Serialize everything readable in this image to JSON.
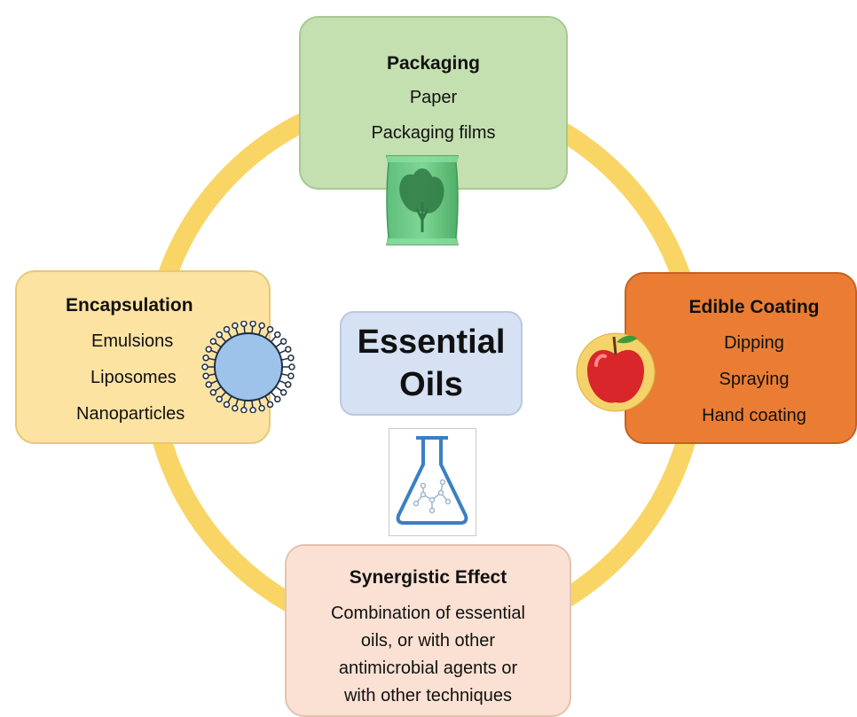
{
  "center": {
    "line1": "Essential",
    "line2": "Oils"
  },
  "packaging": {
    "title": "Packaging",
    "items": [
      "Paper",
      "Packaging films"
    ]
  },
  "encapsulation": {
    "title": "Encapsulation",
    "items": [
      "Emulsions",
      "Liposomes",
      "Nanoparticles"
    ]
  },
  "edible_coating": {
    "title": "Edible Coating",
    "items": [
      "Dipping",
      "Spraying",
      "Hand coating"
    ]
  },
  "synergistic": {
    "title": "Synergistic Effect",
    "lines": [
      "Combination of essential",
      "oils, or with other",
      "antimicrobial agents or",
      "with other techniques"
    ]
  },
  "icons": [
    "packaged-greens-icon",
    "liposome-icon",
    "apple-icon",
    "flask-icon"
  ],
  "colors": {
    "ring": "#f8d565",
    "packaging": "#c4dfb0",
    "encapsulation": "#fde3a2",
    "edible_coating": "#ea7d33",
    "center": "#d6e1f3",
    "synergistic": "#fbe1d3"
  }
}
